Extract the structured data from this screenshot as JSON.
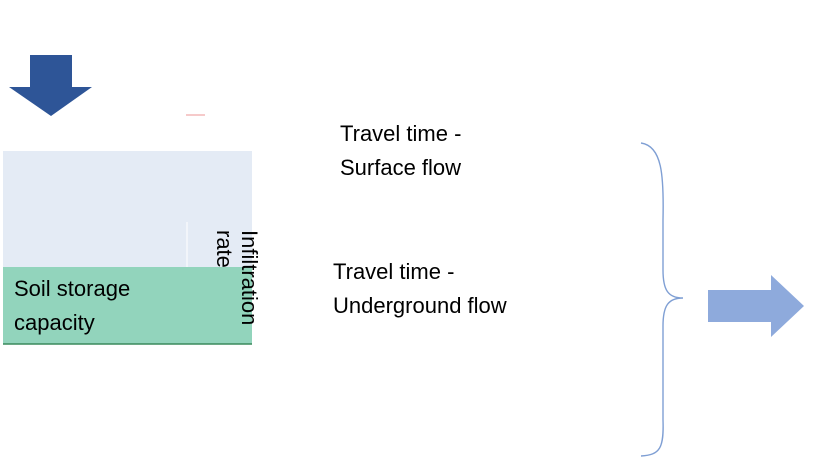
{
  "soil": {
    "line1": "Soil storage",
    "line2": "capacity"
  },
  "infiltration": {
    "line1": "Infiltration",
    "line2": "rate"
  },
  "surface_flow": {
    "line1": "Travel time -",
    "line2": "Surface flow"
  },
  "underground_flow": {
    "line1": "Travel time -",
    "line2": "Underground flow"
  },
  "icons": {
    "input": "down-arrow-icon",
    "output": "right-arrow-icon"
  },
  "colors": {
    "input_arrow": "#2e5597",
    "output_arrow": "#8eaadc",
    "surface_box": "#e4ebf5",
    "soil_box": "#92d4bc",
    "soil_edge": "#3a8a5c",
    "brace": "#7f9fd4"
  }
}
